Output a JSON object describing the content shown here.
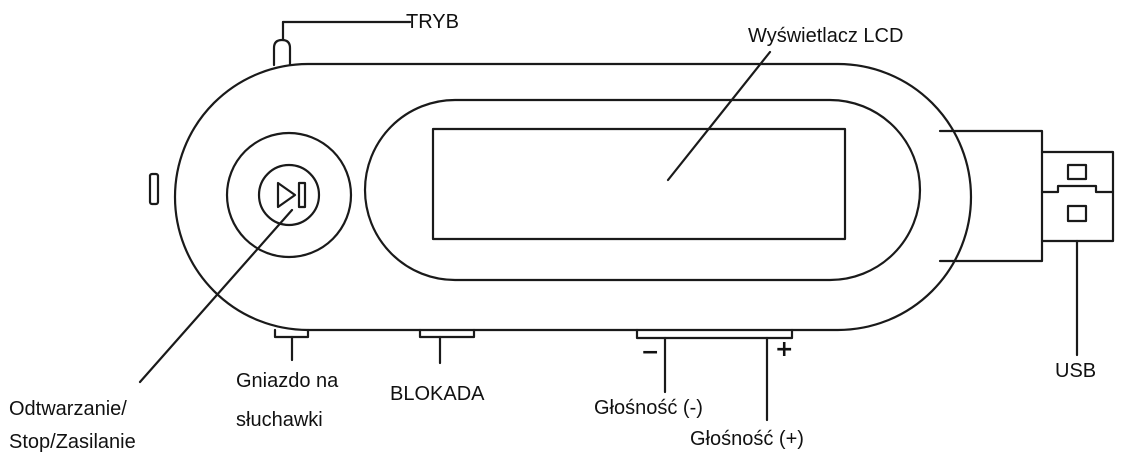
{
  "labels": {
    "mode": "TRYB",
    "lcd": "Wyświetlacz LCD",
    "play_line1": "Odtwarzanie/",
    "play_line2": "Stop/Zasilanie",
    "jack_line1": "Gniazdo na",
    "jack_line2": "słuchawki",
    "lock": "BLOKADA",
    "vol_down": "Głośność (-)",
    "vol_up": "Głośność (+)",
    "usb": "USB"
  },
  "symbols": {
    "minus": "−",
    "plus": "+"
  },
  "colors": {
    "stroke": "#1a1a1a",
    "background": "#ffffff"
  }
}
